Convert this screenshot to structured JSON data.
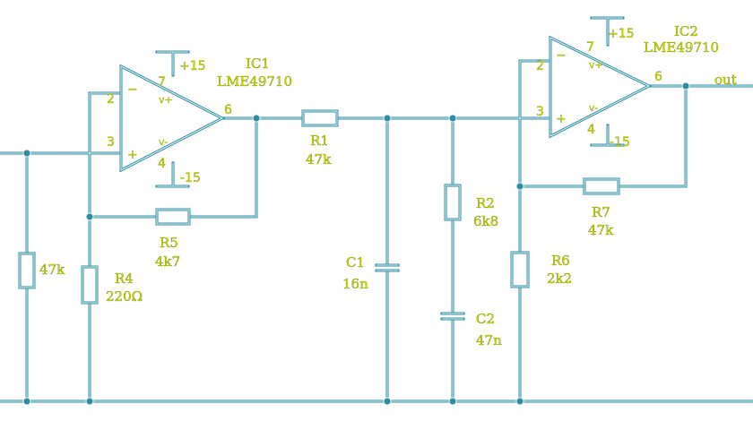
{
  "ic1": {
    "name": "IC1",
    "part": "LME49710",
    "pin_inv": "2",
    "pin_noninv": "3",
    "pin_out": "6",
    "pin_vpos": "7",
    "pin_vneg": "4",
    "supply_pos": "+15",
    "supply_neg": "-15",
    "sym_vpos": "v+",
    "sym_vneg": "v-",
    "sym_minus": "−",
    "sym_plus": "+"
  },
  "ic2": {
    "name": "IC2",
    "part": "LME49710",
    "pin_inv": "2",
    "pin_noninv": "3",
    "pin_out": "6",
    "pin_vpos": "7",
    "pin_vneg": "4",
    "supply_pos": "+15",
    "supply_neg": "-15",
    "sym_vpos": "v+",
    "sym_vneg": "v-",
    "sym_minus": "−",
    "sym_plus": "+"
  },
  "components": {
    "rin": {
      "value": "47k"
    },
    "r1": {
      "name": "R1",
      "value": "47k"
    },
    "r2": {
      "name": "R2",
      "value": "6k8"
    },
    "r4": {
      "name": "R4",
      "value": "220Ω"
    },
    "r5": {
      "name": "R5",
      "value": "4k7"
    },
    "r6": {
      "name": "R6",
      "value": "2k2"
    },
    "r7": {
      "name": "R7",
      "value": "47k"
    },
    "c1": {
      "name": "C1",
      "value": "16n"
    },
    "c2": {
      "name": "C2",
      "value": "47n"
    }
  },
  "net_out": "out",
  "colors": {
    "wire": "#2f8ca3",
    "label": "#cfd700",
    "background": "#ffffff"
  }
}
